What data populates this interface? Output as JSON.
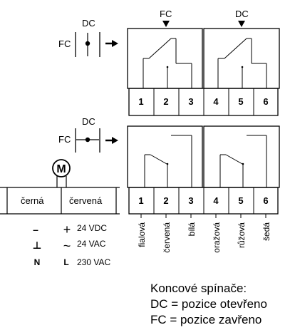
{
  "switch_state_top": {
    "fc": "FC",
    "dc": "DC"
  },
  "switch_state_bottom": {
    "fc": "FC",
    "dc": "DC"
  },
  "contact_labels": {
    "left": "FC",
    "right": "DC"
  },
  "terminals": [
    "1",
    "2",
    "3",
    "4",
    "5",
    "6"
  ],
  "motor": {
    "symbol": "M",
    "wire_left": "černá",
    "wire_right": "červená"
  },
  "supply": [
    {
      "left": "–",
      "right": "+",
      "value": "24 VDC"
    },
    {
      "left": "⊥",
      "right": "~",
      "value": "24 VAC"
    },
    {
      "left": "N",
      "right": "L",
      "value": "230 VAC"
    }
  ],
  "wire_colors": [
    "fialová",
    "červená",
    "bílá",
    "oražová",
    "růžová",
    "šedá"
  ],
  "legend": {
    "title": "Koncové spínače:",
    "dc": "DC = pozice otevřeno",
    "fc": "FC = pozice zavřeno"
  },
  "icons": [
    "switch-dot-icon",
    "arrow-right-icon",
    "triangle-down-icon",
    "motor-icon"
  ]
}
